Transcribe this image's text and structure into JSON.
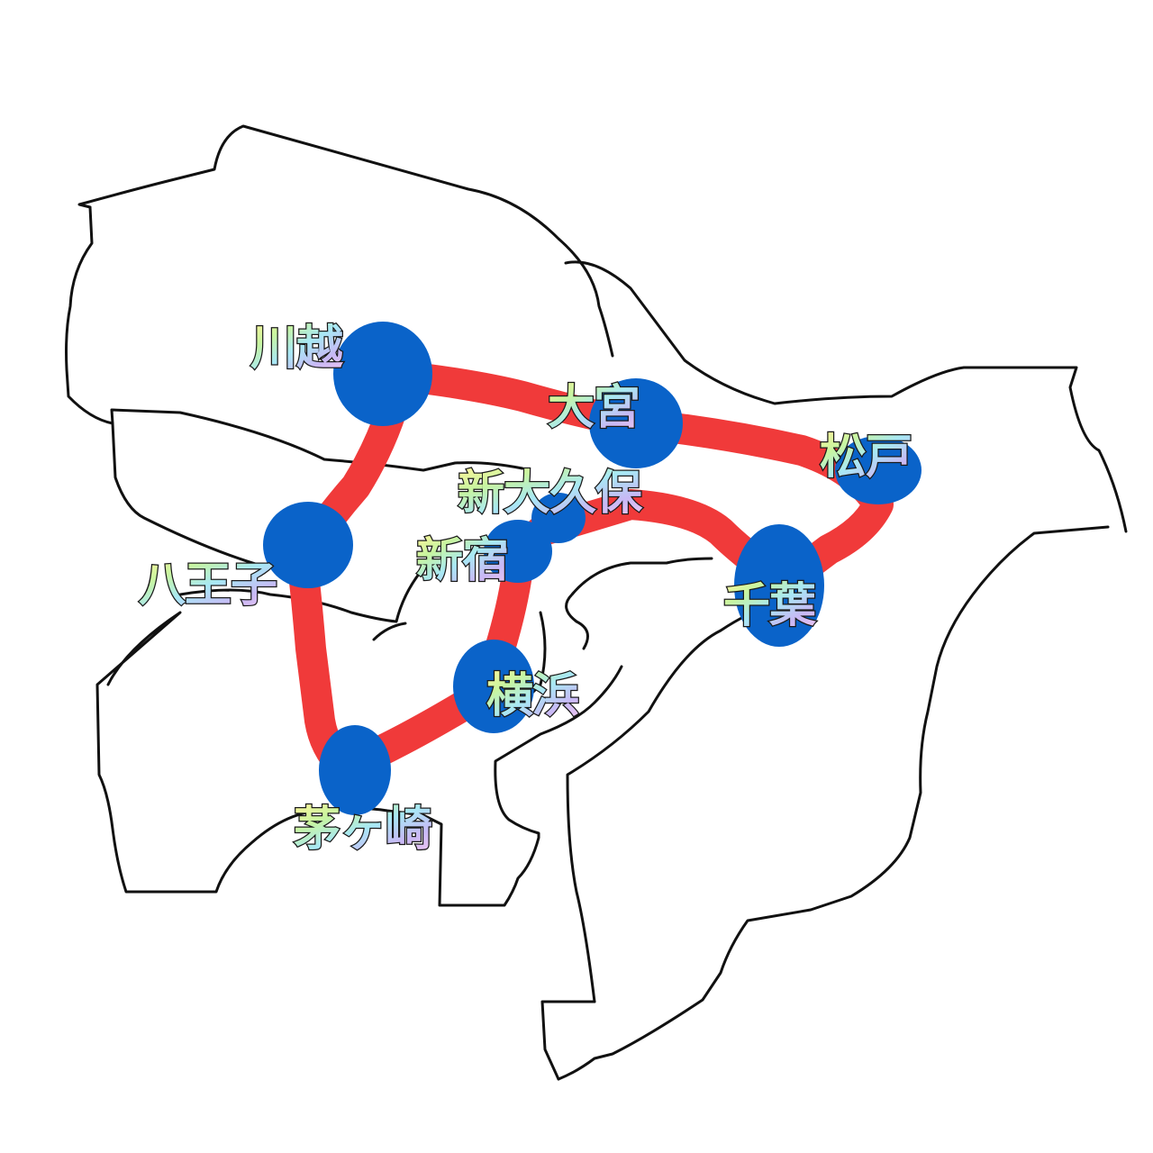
{
  "colors": {
    "route": "#f03a3a",
    "station": "#0a63c9",
    "border": "#111111",
    "background": "#ffffff"
  },
  "stations": [
    {
      "id": "kawagoe",
      "label": "川越"
    },
    {
      "id": "omiya",
      "label": "大宮"
    },
    {
      "id": "matsudo",
      "label": "松戸"
    },
    {
      "id": "shin-okubo",
      "label": "新大久保"
    },
    {
      "id": "shinjuku",
      "label": "新宿"
    },
    {
      "id": "hachioji",
      "label": "八王子"
    },
    {
      "id": "chiba",
      "label": "千葉"
    },
    {
      "id": "yokohama",
      "label": "横浜"
    },
    {
      "id": "chigasaki",
      "label": "茅ヶ崎"
    }
  ]
}
